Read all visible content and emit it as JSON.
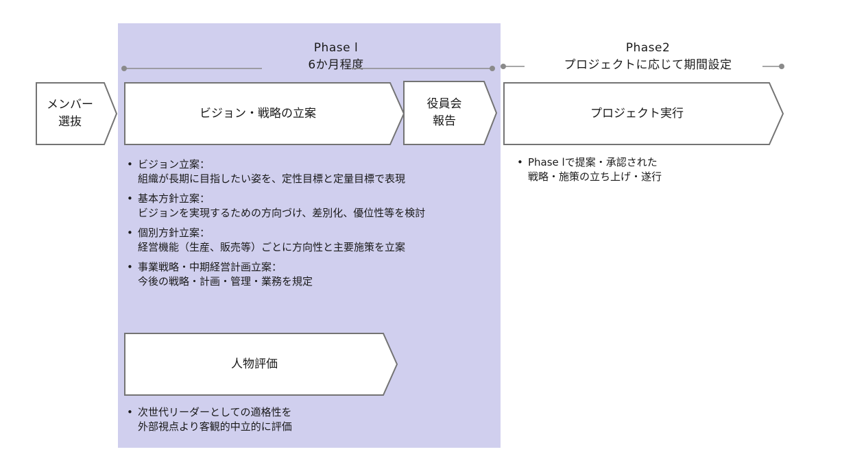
{
  "colors": {
    "phase1_bg": "#d0cfee",
    "arrow_stroke": "#737373",
    "line": "#8a8a8a"
  },
  "phase1": {
    "title": "Phase l",
    "duration": "6か月程度"
  },
  "phase2": {
    "title": "Phase2",
    "duration": "プロジェクトに応じて期間設定"
  },
  "steps": {
    "member_selection": "メンバー\n選抜",
    "vision_strategy": "ビジョン・戦略の立案",
    "board_report": "役員会\n報告",
    "project_execution": "プロジェクト実行",
    "person_evaluation": "人物評価"
  },
  "vision_bullets": [
    {
      "head": "ビジョン立案：",
      "body": "組織が長期に目指したい姿を、定性目標と定量目標で表現"
    },
    {
      "head": "基本方針立案：",
      "body": "ビジョンを実現するための方向づけ、差別化、優位性等を検討"
    },
    {
      "head": "個別方針立案：",
      "body": "経営機能（生産、販売等）ごとに方向性と主要施策を立案"
    },
    {
      "head": "事業戦略・中期経営計画立案：",
      "body": "今後の戦略・計画・管理・業務を規定"
    }
  ],
  "evaluation_bullets": [
    {
      "head": "次世代リーダーとしての適格性を",
      "body": "外部視点より客観的中立的に評価"
    }
  ],
  "phase2_bullets": [
    {
      "head": "Phase lで提案・承認された",
      "body": "戦略・施策の立ち上げ・遂行"
    }
  ]
}
